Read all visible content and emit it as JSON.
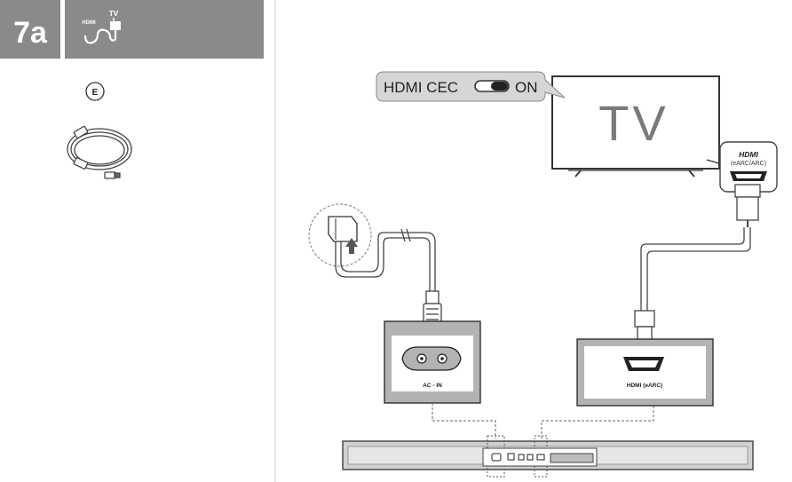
{
  "step": {
    "number": "7a",
    "hdmi_icon_label": "HDMI",
    "tv_icon_label": "TV"
  },
  "accessory_label": "E",
  "osd": {
    "label": "HDMI CEC",
    "state": "ON"
  },
  "tv": {
    "label": "TV"
  },
  "tv_port": {
    "logo": "HDMI",
    "sub": "(eARC/ARC)"
  },
  "ac_panel": {
    "label": "AC - IN"
  },
  "hdmi_panel": {
    "label": "HDMI (eARC)"
  },
  "colors": {
    "header_bg": "#8a8a8a",
    "line": "#444444",
    "panel_bg": "#b3b3b3",
    "soundbar_bg": "#d0d0d0"
  }
}
